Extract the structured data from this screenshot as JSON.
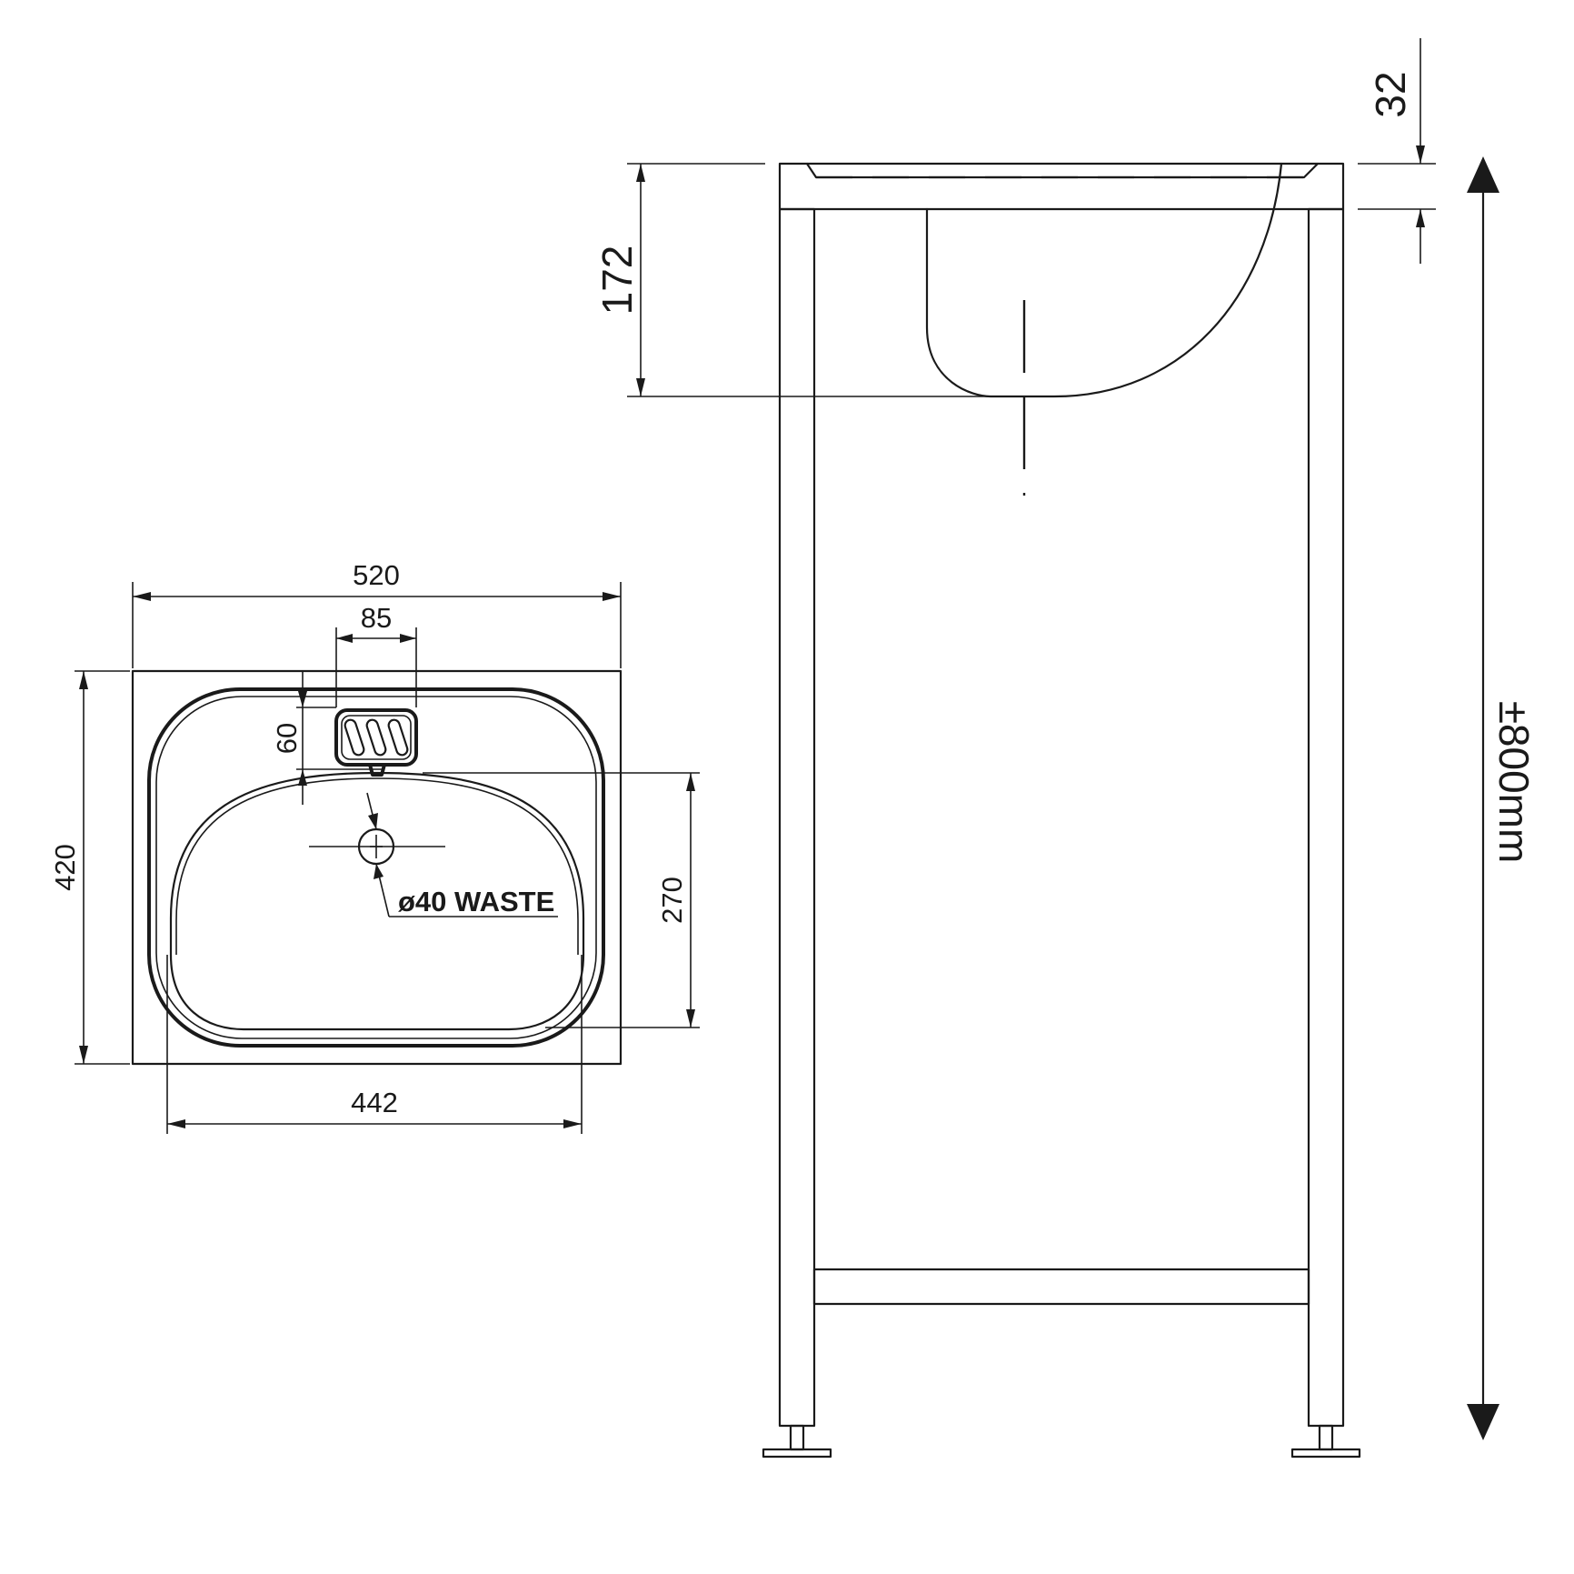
{
  "plan_view": {
    "width_label": "520",
    "tap_plinth_width_label": "85",
    "tap_plinth_depth_label": "60",
    "depth_label": "420",
    "bowl_depth_label": "270",
    "bowl_width_label": "442",
    "waste_label": "ø40 WASTE"
  },
  "side_view": {
    "bowl_height_label": "172",
    "rim_height_label": "32",
    "overall_height_label": "±800mm"
  }
}
